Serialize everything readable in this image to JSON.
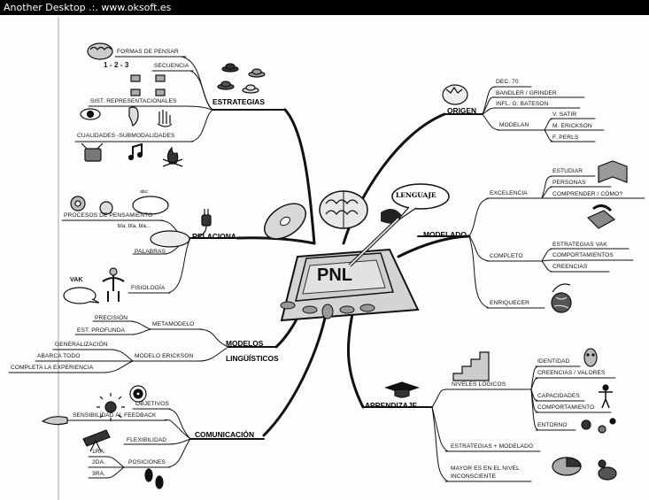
{
  "window": {
    "title": "Another Desktop  .:.  www.oksoft.es"
  },
  "center": {
    "label": "PNL",
    "speech": "LENGUAJE"
  },
  "branches": {
    "estrategias": {
      "label": "ESTRATEGIAS",
      "items": [
        "FORMAS DE PENSAR",
        "SECUENCIA",
        "SIST. REPRESENTACIONALES",
        "CUALIDADES -SUBMODALIDADES"
      ],
      "sequence_icon": "1 - 2 - 3"
    },
    "relaciona": {
      "label": "RELACIONA",
      "items": [
        "PROCESOS DE PENSAMIENTO",
        "PALABRAS",
        "FISIOLOGÍA"
      ],
      "bla": "bla, bla, bla...",
      "abc": "abc",
      "vak_bubble": "VAK"
    },
    "modelos": {
      "label_1": "MODELOS",
      "label_2": "LINGÜÍSTICOS",
      "metamodelo": "METAMODELO",
      "metamodelo_items": [
        "PRECISIÓN",
        "EST. PROFUNDA"
      ],
      "erickson": "MODELO ERICKSON",
      "erickson_items": [
        "GENERALIZACIÓN",
        "ABARCA TODO",
        "COMPLETA LA EXPERIENCIA"
      ]
    },
    "comunicacion": {
      "label": "COMUNICACIÓN",
      "items": [
        "OBJETIVOS",
        "SENSIBILIDAD AL FEEDBACK",
        "FLEXIBILIDAD",
        "POSICIONES"
      ],
      "posiciones": [
        "1RA.",
        "2DA.",
        "3RA."
      ]
    },
    "origen": {
      "label": "ORIGEN",
      "items": [
        "DEC. 70",
        "BANDLER / GRINDER",
        "INFL. G. BATESON",
        "MODELAN"
      ],
      "modelan": [
        "V. SATIR",
        "M. ERICKSON",
        "F. PERLS"
      ]
    },
    "modelado": {
      "label": "MODELADO",
      "excelencia": "EXCELENCIA",
      "excelencia_items": [
        "ESTUDIAR",
        "PERSONAS",
        "COMPRENDER / CÓMO?"
      ],
      "completo": "COMPLETO",
      "completo_items": [
        "ESTRATEGIAS VAK",
        "COMPORTAMIENTOS",
        "CREENCIAS"
      ],
      "enriquecer": "ENRIQUECER"
    },
    "aprendizaje": {
      "label": "APRENDIZAJE",
      "niveles": "NIVELES LÓGICOS",
      "niveles_items": [
        "IDENTIDAD",
        "CREENCIAS / VALORES",
        "CAPACIDADES",
        "COMPORTAMIENTO",
        "ENTORNO"
      ],
      "estrategias": "ESTRATEGIAS + MODELADO",
      "mayor_1": "MAYOR ES EN EL NIVEL",
      "mayor_2": "INCONSCIENTE"
    }
  },
  "icons": [
    "brain-icon",
    "hats-icon",
    "computer-icon",
    "eye-icon",
    "ear-icon",
    "hand-icon",
    "tv-icon",
    "music-notes-icon",
    "fire-icon",
    "gears-icon",
    "plug-icon",
    "cd-icon",
    "speech-bubble-icon",
    "bodybuilder-icon",
    "target-icon",
    "sun-icon",
    "feedback-hand-icon",
    "telescope-icon",
    "footprints-icon",
    "egg-icon",
    "book-icon",
    "phone-icon",
    "globe-icon",
    "stairs-icon",
    "graduation-cap-icon",
    "face-icon",
    "dancer-icon",
    "planets-icon",
    "pie-chart-icon",
    "sleeping-icon",
    "pda-icon"
  ]
}
